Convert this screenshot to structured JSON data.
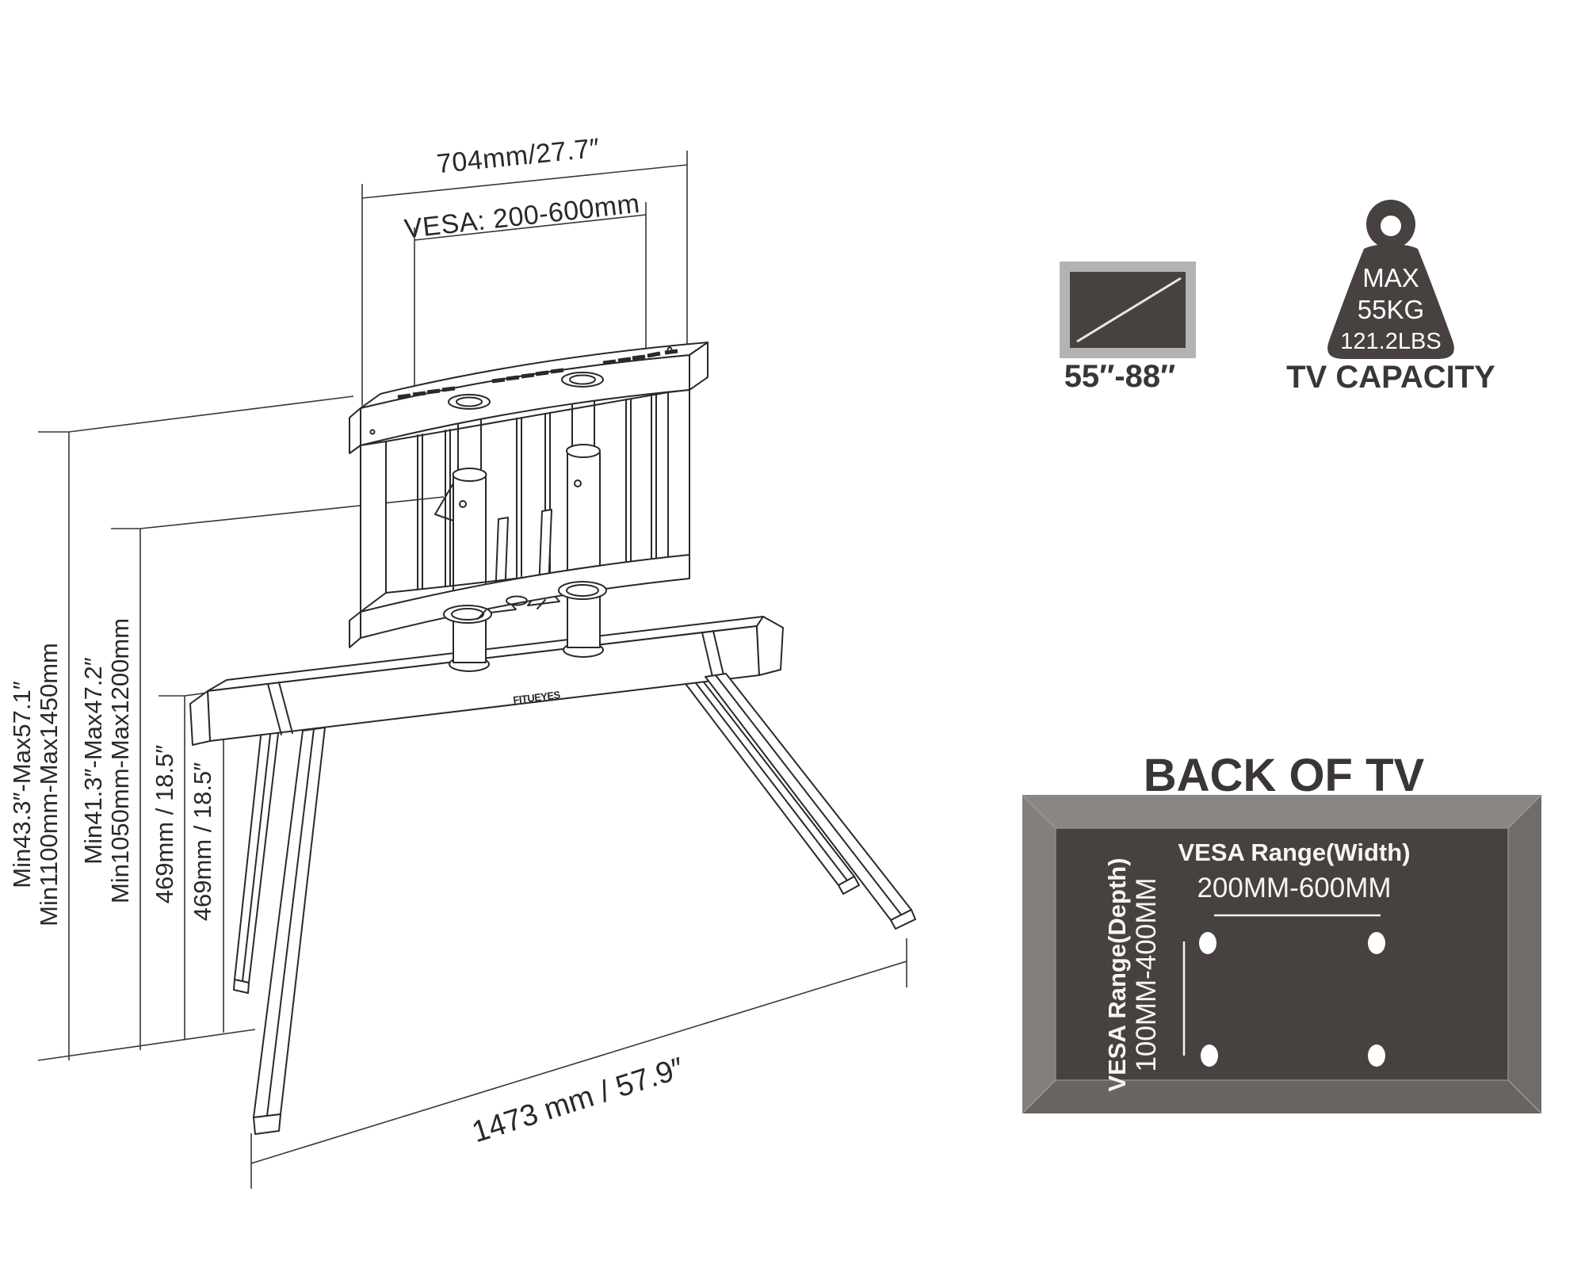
{
  "colors": {
    "line": "#2b2827",
    "icon_dark": "#474140",
    "tv_border": "#b5b2b2",
    "panel_frame": "#7b7674",
    "panel_inner": "#474140",
    "label_text": "#3a3637",
    "white": "#ffffff"
  },
  "stand_diagram": {
    "logo": "FITUEYES",
    "dims": {
      "top_width": "704mm/27.7″",
      "vesa": "VESA:  200-600mm",
      "height_max_in": "Min43.3″-Max57.1″",
      "height_max_mm": "Min1100mm-Max1450mm",
      "height_min_in": "Min41.3″-Max47.2″",
      "height_min_mm": "Min1050mm-Max1200mm",
      "pole_height_a": "469mm / 18.5″",
      "pole_height_b": "469mm / 18.5″",
      "base_width": "1473 mm / 57.9″"
    }
  },
  "badges": {
    "tv_size": "55″-88″",
    "capacity": {
      "line1": "MAX",
      "line2": "55KG",
      "line3": "121.2LBS",
      "label": "TV CAPACITY"
    }
  },
  "back_of_tv": {
    "title": "BACK OF TV",
    "width_label": "VESA Range(Width)",
    "width_value": "200MM-600MM",
    "depth_label": "VESA Range(Depth)",
    "depth_value": "100MM-400MM"
  }
}
